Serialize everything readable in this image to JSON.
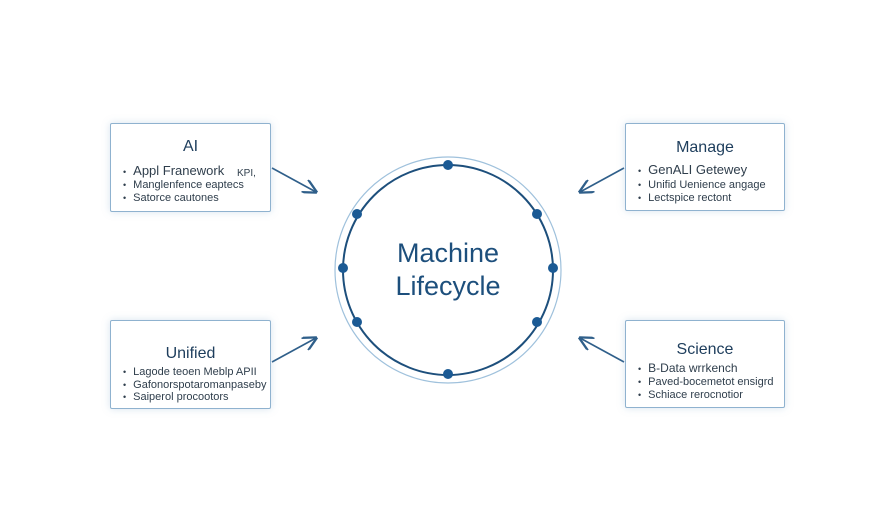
{
  "center": {
    "line1": "Machine",
    "line2": "Lifecycle"
  },
  "boxes": {
    "top_left": {
      "title": "AI",
      "items": [
        "Appl Franework",
        "Manglenfence eaptecs",
        "Satorce cautones"
      ],
      "side_note": "KPI,"
    },
    "top_right": {
      "title": "Manage",
      "items": [
        "GenALI Getewey",
        "Unifid Uenience angage",
        "Lectspice rectont"
      ]
    },
    "bottom_left": {
      "title": "Unified",
      "items": [
        "Lagode teoen Meblp APII",
        "Gafonorspotaromanpaseby",
        "Saiperol procootors"
      ]
    },
    "bottom_right": {
      "title": "Science",
      "items": [
        "B-Data wrrkench",
        "Paved-bocemetot ensigrd",
        "Schiace rerocnotior"
      ]
    }
  },
  "colors": {
    "accent": "#1d4f7c",
    "node": "#1b5a94",
    "box_border": "#8fb2cf"
  }
}
